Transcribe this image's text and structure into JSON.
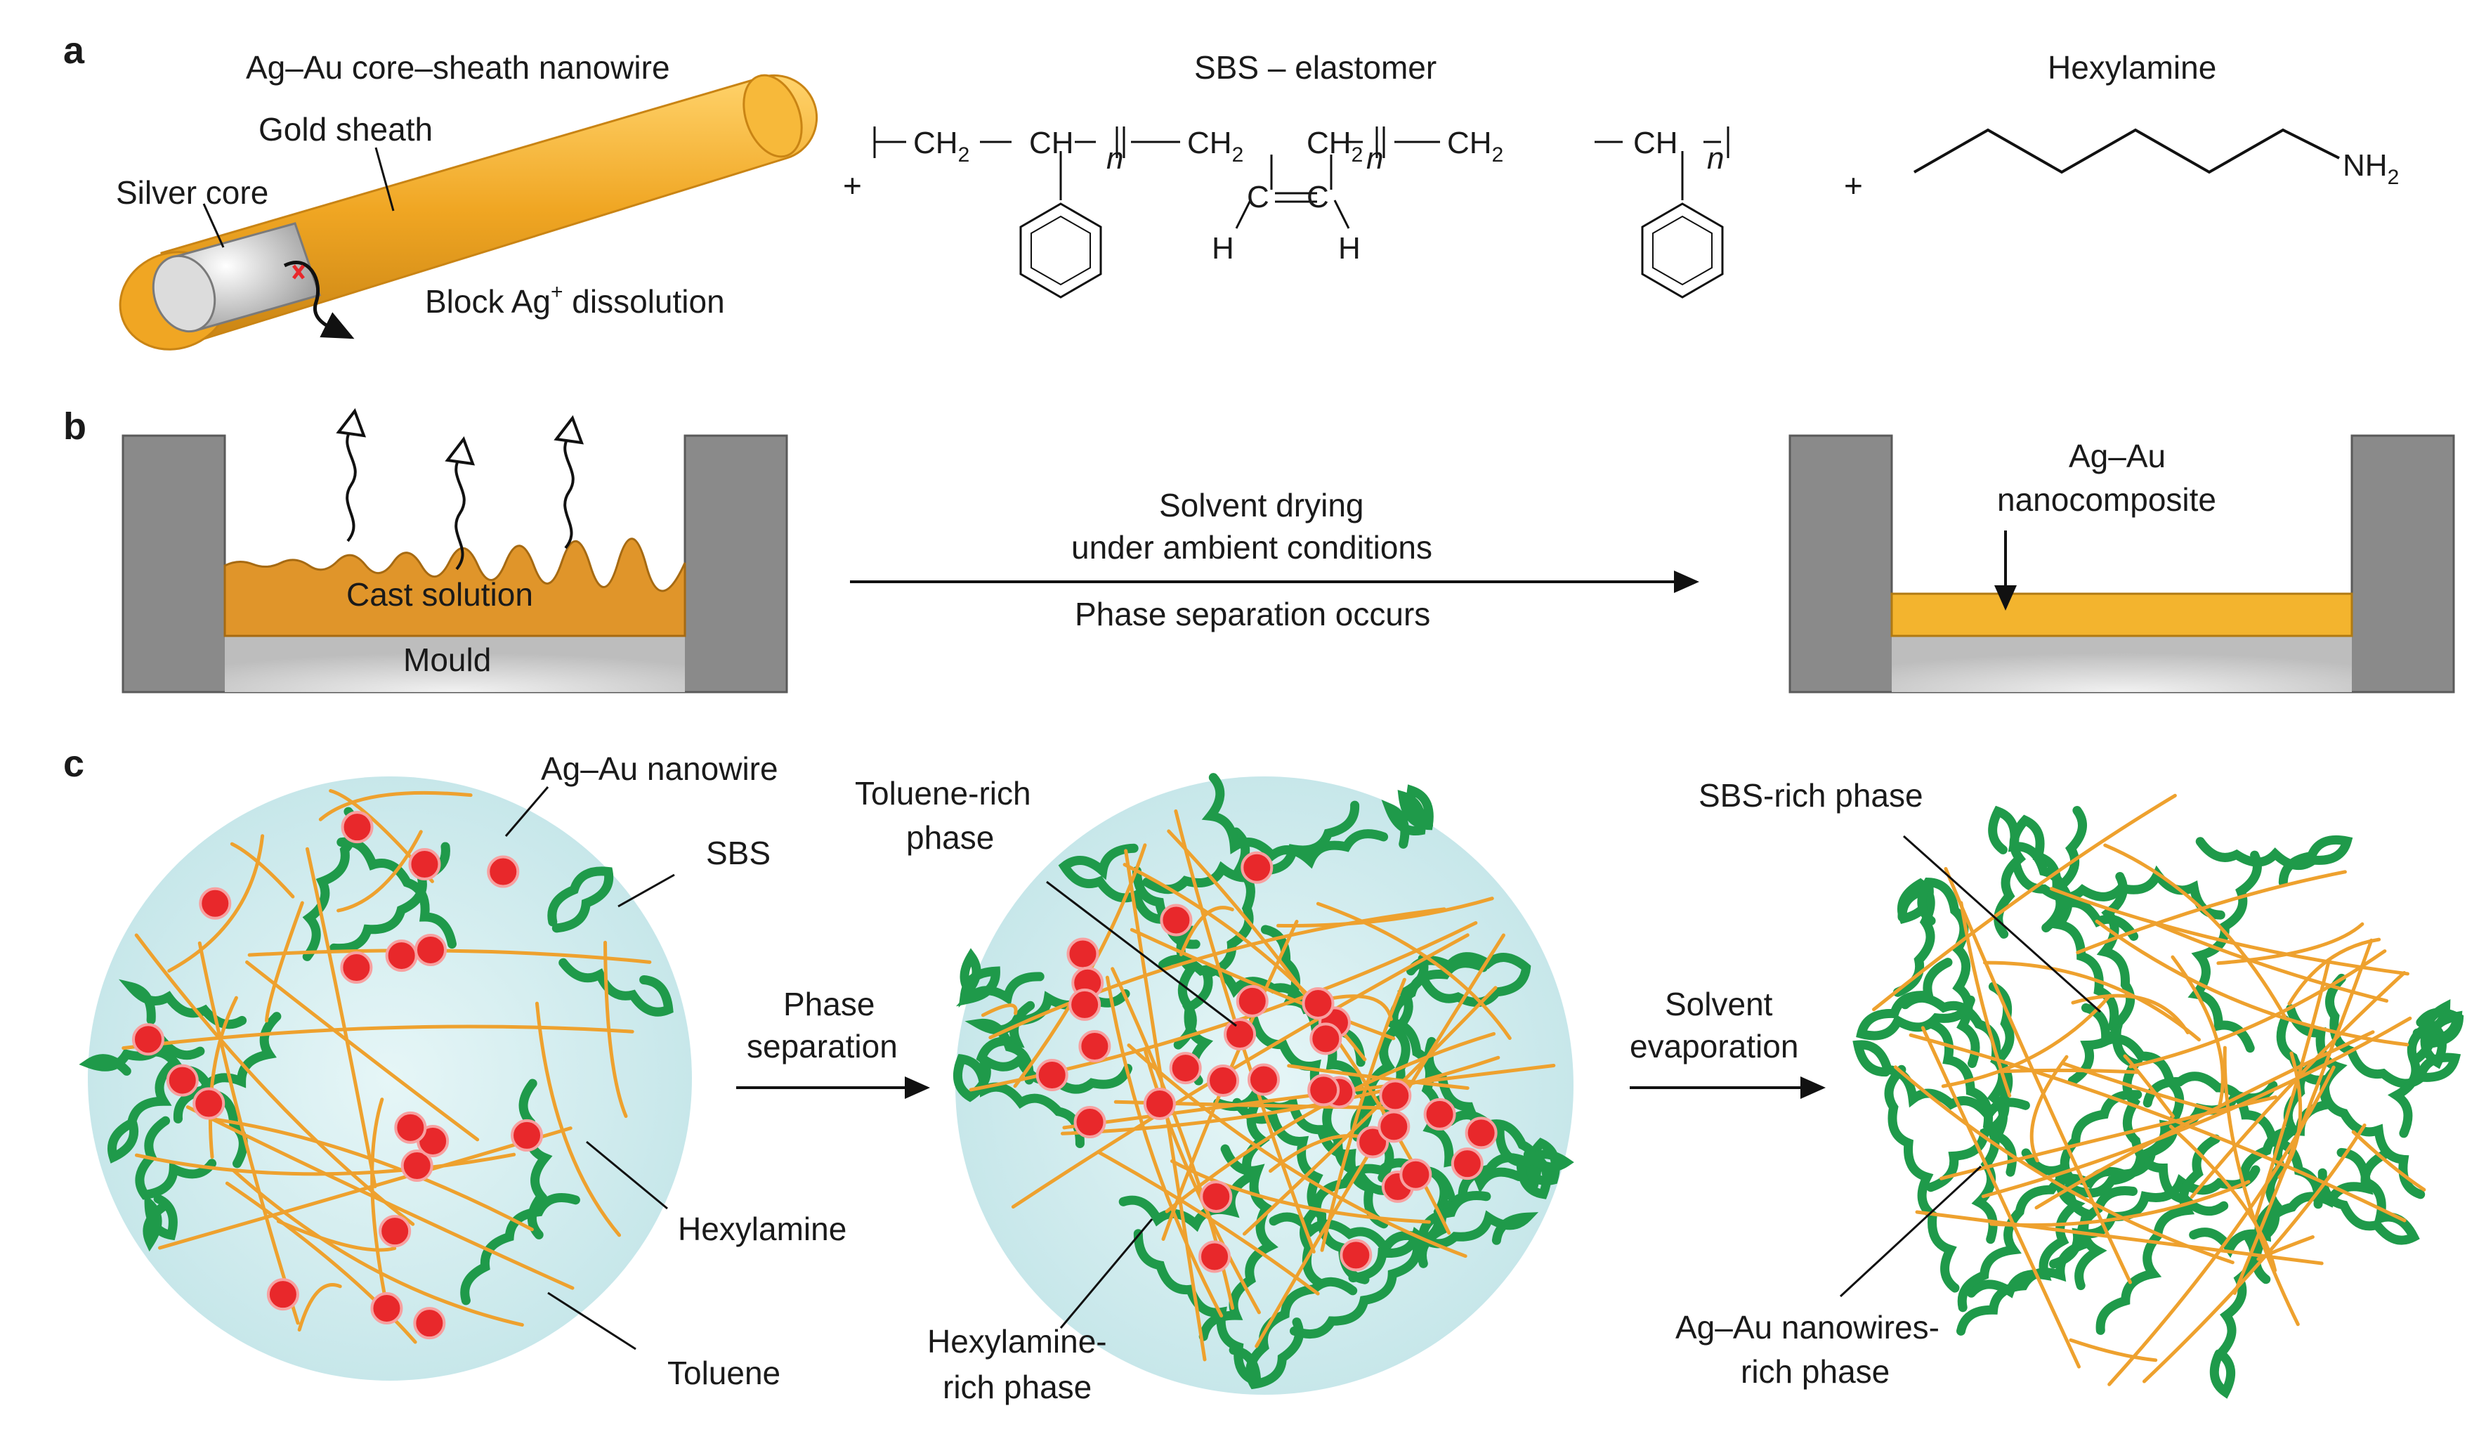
{
  "panels": {
    "a": "a",
    "b": "b",
    "c": "c"
  },
  "panel_a": {
    "nanowire_title": "Ag–Au core–sheath nanowire",
    "gold_sheath": "Gold sheath",
    "silver_core": "Silver core",
    "block_prefix": "Block Ag",
    "block_sup": "+",
    "block_suffix": " dissolution",
    "sbs_title": "SBS – elastomer",
    "ch2": "CH",
    "ch": "CH",
    "two": "2",
    "c": "C",
    "h": "H",
    "n": "n",
    "plus": "+",
    "hexylamine_title": "Hexylamine",
    "nh": "NH",
    "nh_sub": "2"
  },
  "panel_b": {
    "cast_solution": "Cast solution",
    "mould": "Mould",
    "arrow_line1": "Solvent drying",
    "arrow_line2": "under ambient conditions",
    "arrow_line3": "Phase separation occurs",
    "composite_line1": "Ag–Au",
    "composite_line2": "nanocomposite"
  },
  "panel_c": {
    "nanowire": "Ag–Au nanowire",
    "sbs": "SBS",
    "hexylamine": "Hexylamine",
    "toluene": "Toluene",
    "step1_line1": "Phase",
    "step1_line2": "separation",
    "toluene_rich_line1": "Toluene-rich",
    "toluene_rich_line2": "phase",
    "hexylamine_rich_line1": "Hexylamine-",
    "hexylamine_rich_line2": "rich phase",
    "step2_line1": "Solvent",
    "step2_line2": "evaporation",
    "sbs_rich": "SBS-rich phase",
    "nanowires_rich_line1": "Ag–Au nanowires-",
    "nanowires_rich_line2": "rich phase"
  },
  "colors": {
    "gold": "#f0a623",
    "gold_dark": "#c98414",
    "cast_solution": "#e0952a",
    "mould": "#8a8a8a",
    "sbs_green": "#1f9a4a",
    "nanowire_orange": "#eea12e",
    "hexylamine_red": "#e8282b",
    "toluene_blue": "#d4eef0"
  }
}
